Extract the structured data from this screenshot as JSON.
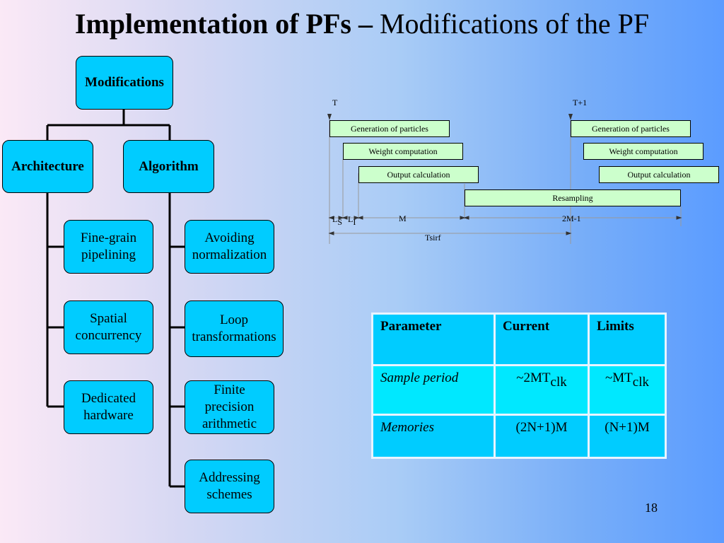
{
  "title": {
    "bold": "Implementation of PFs",
    "dash": " – ",
    "rest": "Modifications of the PF"
  },
  "tree": {
    "root": "Modifications",
    "architecture": "Architecture",
    "algorithm": "Algorithm",
    "arch_items": [
      "Fine-grain\npipelining",
      "Spatial\nconcurrency",
      "Dedicated\nhardware"
    ],
    "algo_items": [
      "Avoiding\nnormalization",
      "Loop\ntransformations",
      "Finite\nprecision\narithmetic",
      "Addressing\nschemes"
    ]
  },
  "timing": {
    "t_label": "T",
    "t1_label": "T+1",
    "gen": "Generation of particles",
    "weight": "Weight computation",
    "output": "Output calculation",
    "resampling": "Resampling",
    "ls_main": "L",
    "ls_sub": "S",
    "li_main": "L",
    "li_sub": "I",
    "m": "M",
    "two_m": "2M-1",
    "tsirf": "Tsirf"
  },
  "table": {
    "headers": [
      "Parameter",
      "Current",
      "Limits"
    ],
    "rows": [
      {
        "param": "Sample period",
        "current_main": "~2MT",
        "current_sub": "clk",
        "limit_main": "~MT",
        "limit_sub": "clk"
      },
      {
        "param": "Memories",
        "current": "(2N+1)M",
        "limit": "(N+1)M"
      }
    ]
  },
  "page_number": "18"
}
